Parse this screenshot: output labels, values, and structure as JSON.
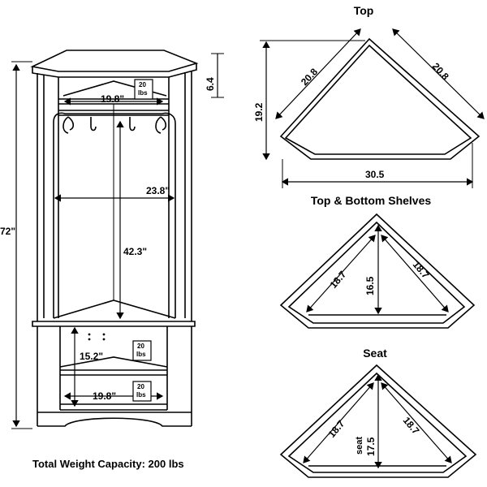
{
  "cabinet": {
    "height": "72\"",
    "top_shelf_height": "6.4",
    "top_width": "19.8\"",
    "frame_width": "23.8\"",
    "frame_height": "42.3\"",
    "lower_height": "15.2\"",
    "bottom_width": "19.8\"",
    "badge_weight": "20",
    "badge_unit": "lbs"
  },
  "top_view": {
    "title": "Top",
    "left_edge": "20.8",
    "right_edge": "20.8",
    "depth": "19.2",
    "width": "30.5"
  },
  "shelves_view": {
    "title": "Top & Bottom Shelves",
    "left_edge": "18.7",
    "right_edge": "18.7",
    "depth": "16.5"
  },
  "seat_view": {
    "title": "Seat",
    "left_edge": "18.7",
    "right_edge": "18.7",
    "depth_label": "seat",
    "depth": "17.5"
  },
  "footer": {
    "capacity": "Total Weight Capacity:  200 lbs"
  }
}
